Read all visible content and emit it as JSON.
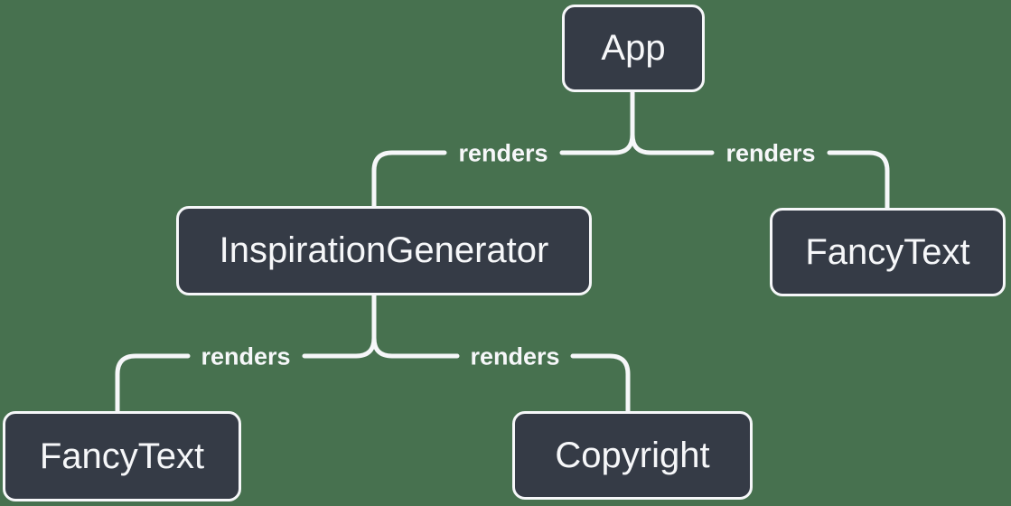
{
  "diagram": {
    "type": "tree",
    "description": "React component render tree",
    "colors": {
      "background": "#47714F",
      "node_fill": "#353B46",
      "node_border": "#F6F7F9",
      "node_text": "#F6F7F9",
      "line": "#F6F7F9",
      "edge_label_text": "#F6F7F9"
    },
    "nodes": [
      {
        "id": "app",
        "label": "App"
      },
      {
        "id": "inspiration-generator",
        "label": "InspirationGenerator"
      },
      {
        "id": "fancy-text-top",
        "label": "FancyText"
      },
      {
        "id": "fancy-text-bottom",
        "label": "FancyText"
      },
      {
        "id": "copyright",
        "label": "Copyright"
      }
    ],
    "edges": [
      {
        "from": "App",
        "to": "InspirationGenerator",
        "label": "renders"
      },
      {
        "from": "App",
        "to": "FancyText",
        "label": "renders"
      },
      {
        "from": "InspirationGenerator",
        "to": "FancyText",
        "label": "renders"
      },
      {
        "from": "InspirationGenerator",
        "to": "Copyright",
        "label": "renders"
      }
    ]
  }
}
